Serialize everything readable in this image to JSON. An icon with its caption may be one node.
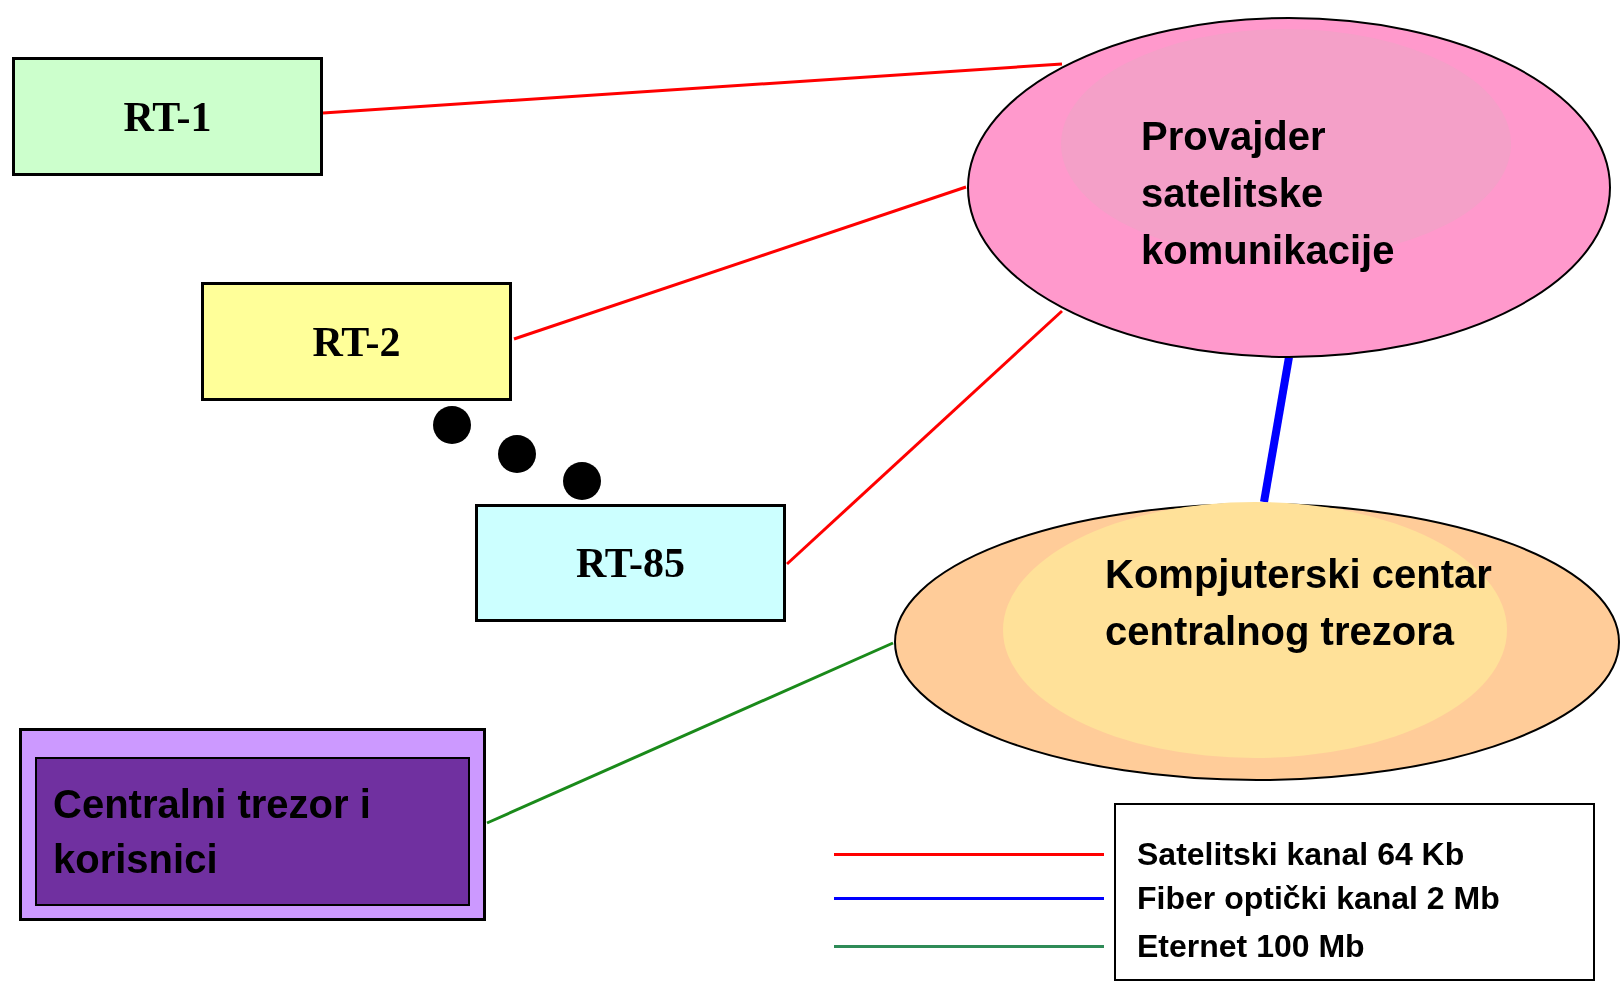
{
  "diagram": {
    "nodes": [
      {
        "text": [
          "RT-1"
        ]
      },
      {
        "text": [
          "RT-2"
        ]
      },
      {
        "text": [
          "RT-85"
        ]
      },
      {
        "text": [
          "Provajder satelitske komunikacije"
        ]
      },
      {
        "text": [
          "Kompjuterski centar centralnog trezora"
        ]
      },
      {
        "text": [
          "Centralni trezor i korisnici"
        ]
      }
    ],
    "edges": [
      {
        "from": 0,
        "to": 3,
        "arrow": "none"
      },
      {
        "from": 1,
        "to": 3,
        "arrow": "none"
      },
      {
        "from": 2,
        "to": 3,
        "arrow": "none"
      },
      {
        "from": 3,
        "to": 4,
        "arrow": "none",
        "style": "thick",
        "color": "#0000ff"
      },
      {
        "from": 5,
        "to": 4,
        "arrow": "none",
        "color": "#1a8a1a"
      }
    ],
    "legend": [
      {
        "text": "Satelitski kanal 64 Kb",
        "color": "#ff0000"
      },
      {
        "text": "Fiber optički kanal 2 Mb",
        "color": "#0000ff"
      },
      {
        "text": "Eternet 100 Mb",
        "color": "#2e8b57"
      }
    ]
  }
}
